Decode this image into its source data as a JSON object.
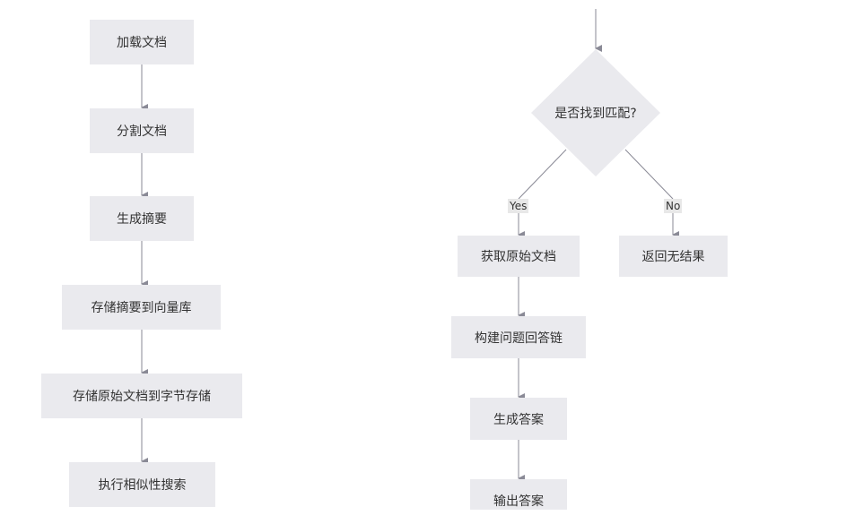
{
  "left_flow": [
    {
      "id": "load",
      "label": "加载文档"
    },
    {
      "id": "split",
      "label": "分割文档"
    },
    {
      "id": "summarize",
      "label": "生成摘要"
    },
    {
      "id": "store_summary",
      "label": "存储摘要到向量库"
    },
    {
      "id": "store_raw",
      "label": "存储原始文档到字节存储"
    },
    {
      "id": "search",
      "label": "执行相似性搜索"
    }
  ],
  "right_flow": {
    "decision": "是否找到匹配?",
    "yes_label": "Yes",
    "no_label": "No",
    "yes_nodes": [
      {
        "id": "fetch",
        "label": "获取原始文档"
      },
      {
        "id": "chain",
        "label": "构建问题回答链"
      },
      {
        "id": "answer",
        "label": "生成答案"
      },
      {
        "id": "output",
        "label": "输出答案"
      }
    ],
    "no_node": {
      "id": "none",
      "label": "返回无结果"
    }
  },
  "colors": {
    "node_fill": "#eaeaee",
    "edge": "#8a8a96"
  }
}
